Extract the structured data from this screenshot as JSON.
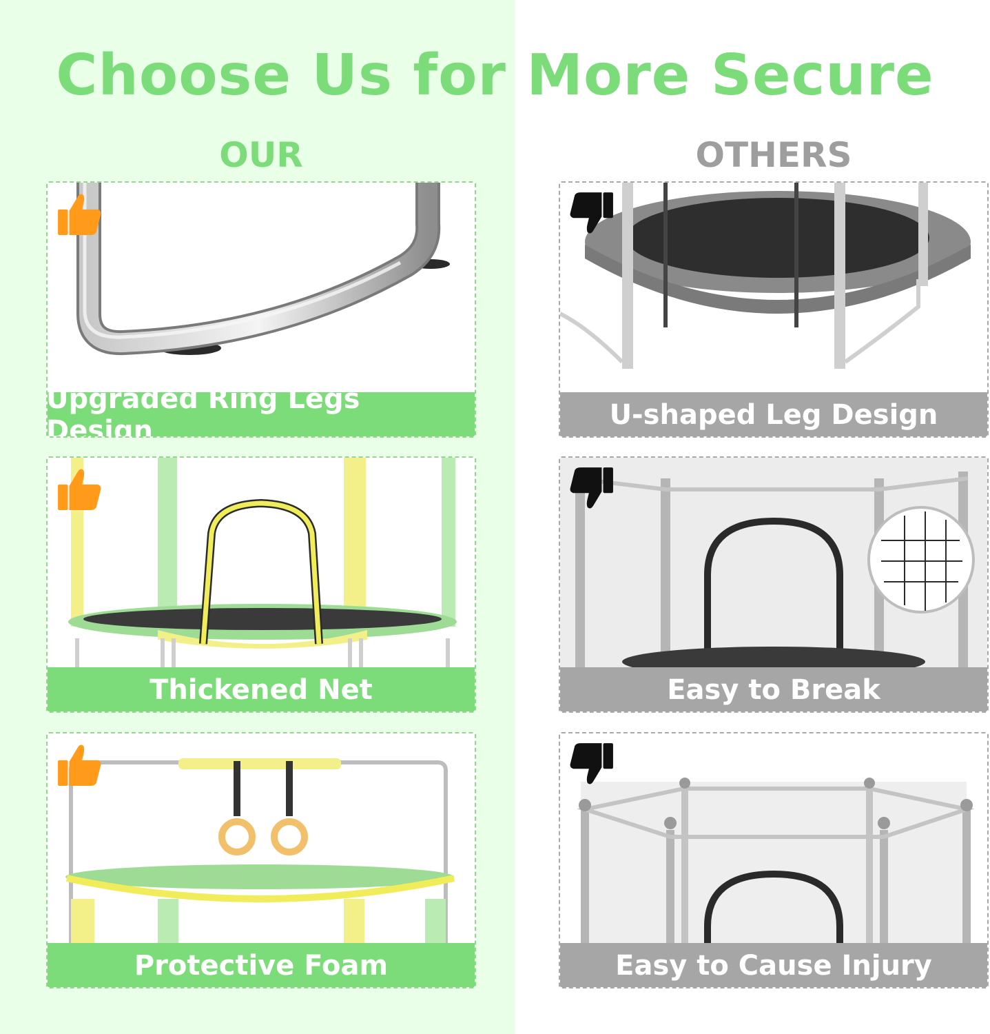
{
  "heading": "Choose Us for More Secure",
  "columns": {
    "our": "OUR",
    "others": "OTHERS"
  },
  "colors": {
    "our_accent": "#7ddc7a",
    "others_accent": "#a6a6a6",
    "thumb_up": "#ff9a1a",
    "thumb_down": "#111111"
  },
  "our_items": [
    {
      "label": "Upgraded Ring Legs Design",
      "icon": "thumbs-up-icon"
    },
    {
      "label": "Thickened Net",
      "icon": "thumbs-up-icon"
    },
    {
      "label": "Protective Foam",
      "icon": "thumbs-up-icon"
    }
  ],
  "other_items": [
    {
      "label": "U-shaped Leg Design",
      "icon": "thumbs-down-icon"
    },
    {
      "label": "Easy to Break",
      "icon": "thumbs-down-icon"
    },
    {
      "label": "Easy to Cause Injury",
      "icon": "thumbs-down-icon"
    }
  ]
}
